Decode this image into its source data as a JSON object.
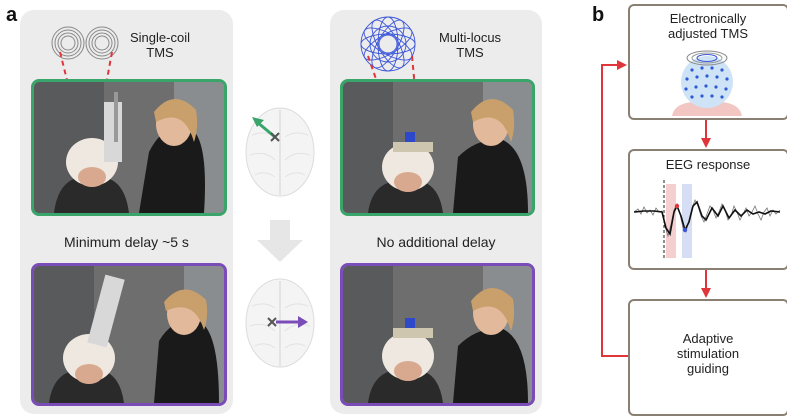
{
  "panel_a": {
    "letter": "a",
    "left": {
      "title_line1": "Single-coil",
      "title_line2": "TMS",
      "caption": "Minimum delay ~5 s"
    },
    "right": {
      "title_line1": "Multi-locus",
      "title_line2": "TMS",
      "caption": "No additional delay"
    }
  },
  "panel_b": {
    "letter": "b",
    "box1": {
      "line1": "Electronically",
      "line2": "adjusted TMS"
    },
    "box2": {
      "title": "EEG response"
    },
    "box3": {
      "line1": "Adaptive",
      "line2": "stimulation",
      "line3": "guiding"
    }
  },
  "colors": {
    "green": "#3aa56a",
    "purple": "#7a4cb8",
    "red": "#e0353b",
    "box_border": "#8a7f73",
    "panel_bg": "#ececec"
  }
}
